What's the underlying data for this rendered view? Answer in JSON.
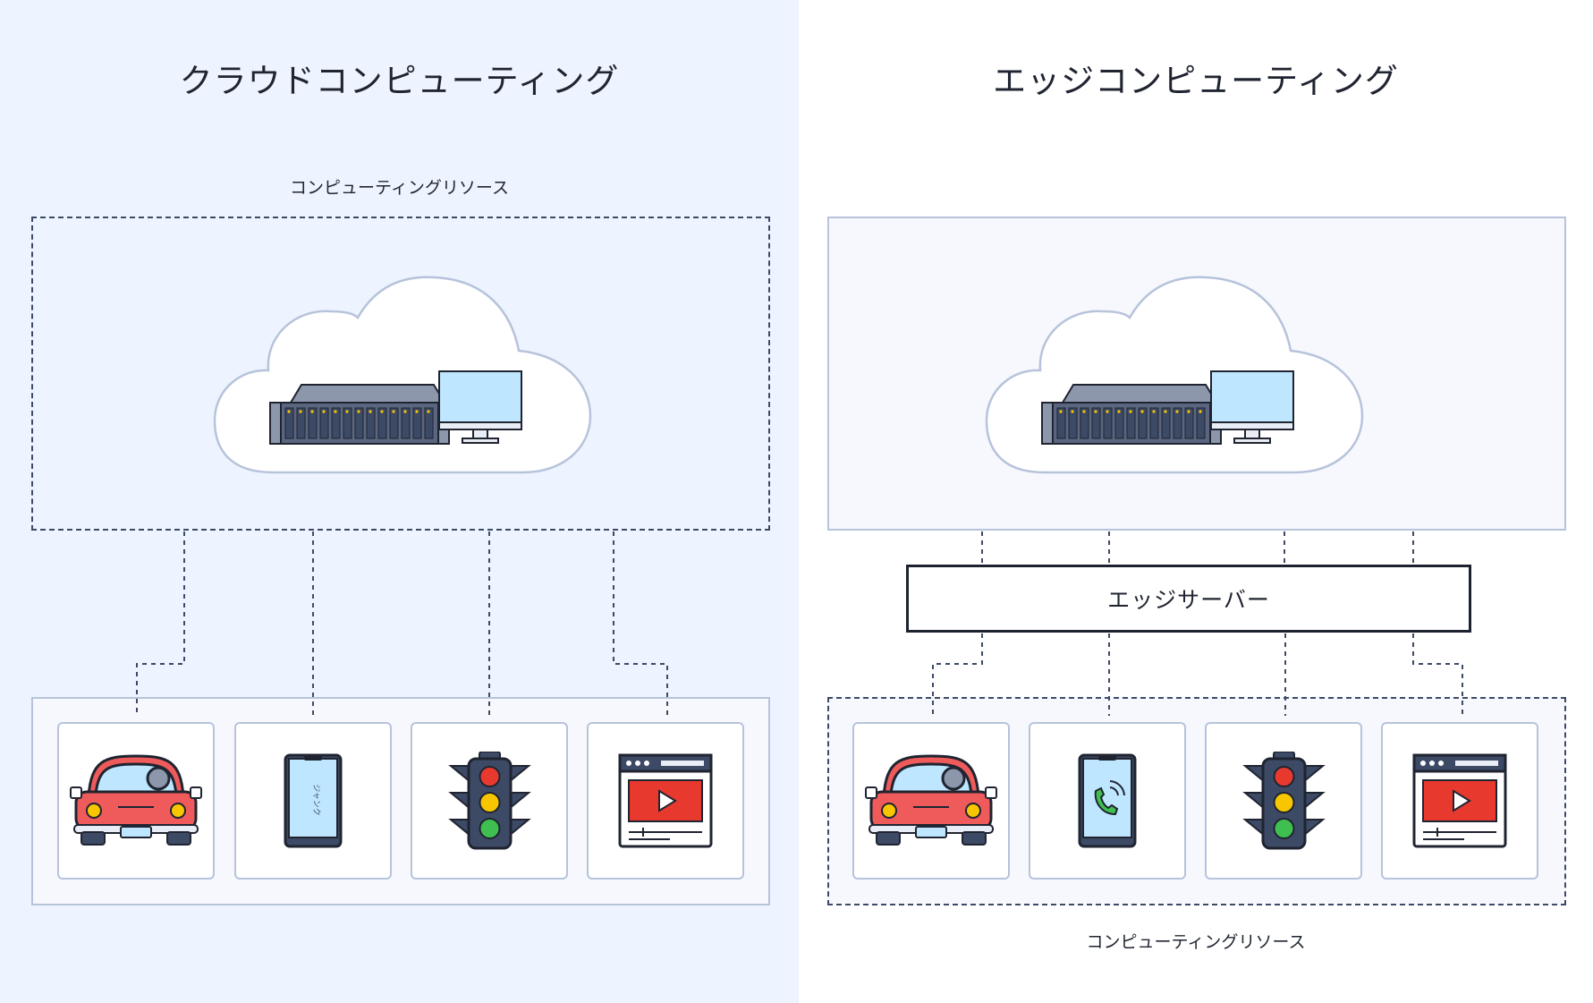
{
  "left": {
    "title": "クラウドコンピューティング",
    "resource_label": "コンピューティングリソース",
    "phone_text": "ジャンク"
  },
  "right": {
    "title": "エッジコンピューティング",
    "edge_server_label": "エッジサーバー",
    "resource_label": "コンピューティングリソース"
  },
  "icons": [
    "cloud-icon",
    "server-rack-icon",
    "monitor-icon",
    "car-icon",
    "smartphone-icon",
    "traffic-light-icon",
    "video-player-icon",
    "phone-call-icon"
  ],
  "colors": {
    "left_background": "#edf4ff",
    "car_red": "#ef5b5b",
    "light_red": "#e8392f",
    "light_yellow": "#f7c600",
    "light_green": "#3fbf4f",
    "screen_blue": "#bfe6ff",
    "outline": "#3d4a66"
  }
}
